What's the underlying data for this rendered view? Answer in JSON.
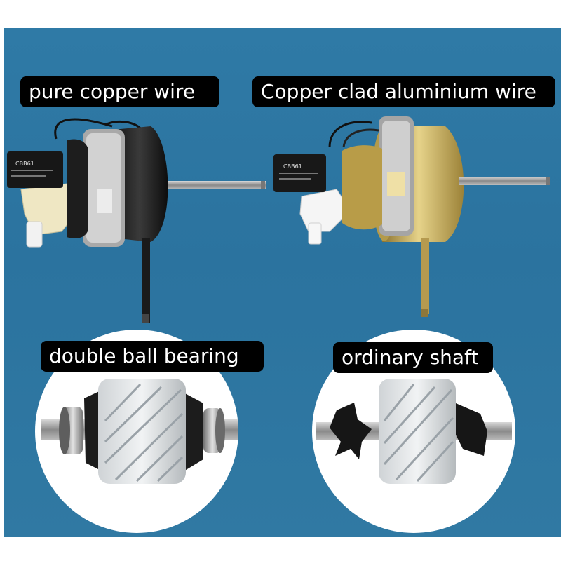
{
  "labels": {
    "top_left": "pure copper wire",
    "top_right": "Copper clad aluminium wire",
    "bottom_left": "double ball bearing",
    "bottom_right": "ordinary shaft"
  },
  "capacitor_marks": {
    "left": "CBB61",
    "right": "CBB61"
  },
  "colors": {
    "background_blue": "#2d76a2",
    "label_bg": "#000000",
    "label_text": "#ffffff",
    "copper_motor": "#141414",
    "aluminium_motor": "#c9ac55"
  },
  "icons": [
    "copper-motor-image",
    "aluminium-motor-image",
    "ball-bearing-rotor-image",
    "ordinary-shaft-rotor-image"
  ]
}
